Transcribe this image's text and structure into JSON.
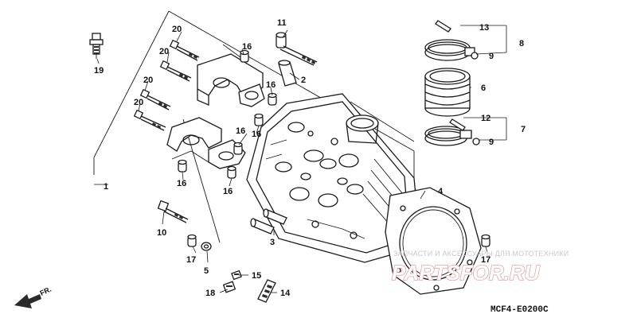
{
  "callouts": {
    "n1": "1",
    "n2": "2",
    "n3": "3",
    "n4": "4",
    "n5": "5",
    "n6": "6",
    "n7": "7",
    "n8": "8",
    "n9a": "9",
    "n9b": "9",
    "n10": "10",
    "n11": "11",
    "n12": "12",
    "n13": "13",
    "n14": "14",
    "n15": "15",
    "n16a": "16",
    "n16b": "16",
    "n16c": "16",
    "n16d": "16",
    "n16e": "16",
    "n16f": "16",
    "n17a": "17",
    "n17b": "17",
    "n18": "18",
    "n19": "19",
    "n20a": "20",
    "n20b": "20",
    "n20c": "20",
    "n20d": "20"
  },
  "front_marker": "FR.",
  "diagram_code": "MCF4-E0200C",
  "watermark": {
    "tagline": "ЗАПЧАСТИ И АКСЕССУАРЫ ДЛЯ МОТОТЕХНИКИ",
    "brand": "PARTSFOR.RU"
  }
}
